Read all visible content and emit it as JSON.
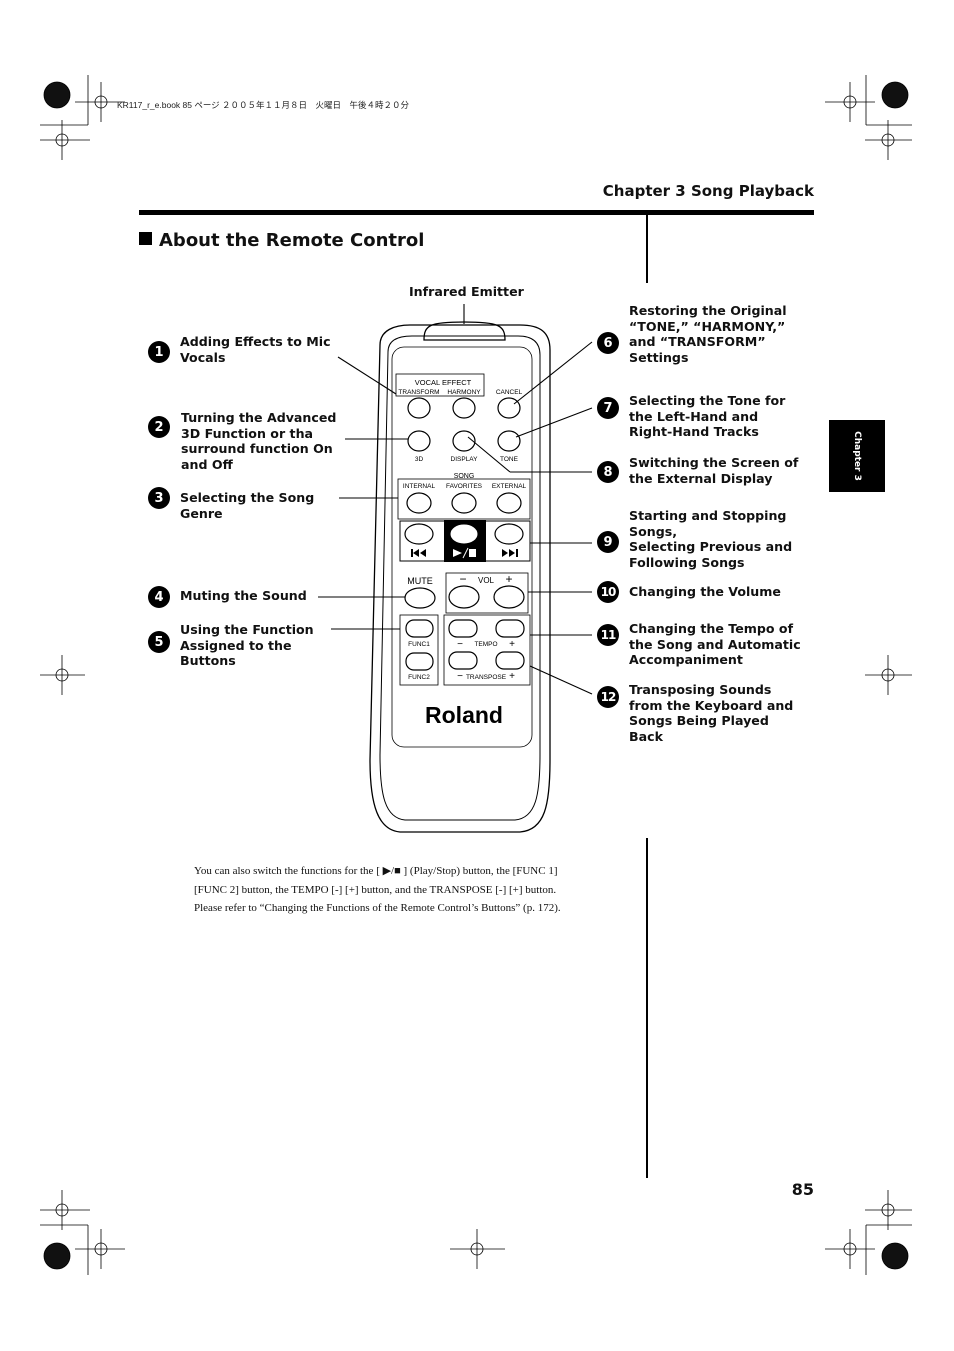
{
  "print_header": "KR117_r_e.book  85 ページ  ２００５年１１月８日　火曜日　午後４時２０分",
  "chapter_heading": "Chapter 3 Song Playback",
  "section_title": "About the Remote Control",
  "side_tab": "Chapter 3",
  "emitter_label": "Infrared Emitter",
  "callouts": [
    {
      "num": "1",
      "lines": [
        "Adding Effects to Mic",
        "Vocals"
      ]
    },
    {
      "num": "2",
      "lines": [
        "Turning the Advanced",
        "3D Function or tha",
        "surround function On",
        "and Off"
      ]
    },
    {
      "num": "3",
      "lines": [
        "Selecting the Song",
        "Genre"
      ]
    },
    {
      "num": "4",
      "lines": [
        "Muting the Sound"
      ]
    },
    {
      "num": "5",
      "lines": [
        "Using the Function",
        "Assigned to the",
        "Buttons"
      ]
    },
    {
      "num": "6",
      "lines": [
        "Restoring the Original",
        "“TONE,” “HARMONY,”",
        "and “TRANSFORM”",
        "Settings"
      ]
    },
    {
      "num": "7",
      "lines": [
        "Selecting the Tone for",
        "the Left-Hand and",
        "Right-Hand Tracks"
      ]
    },
    {
      "num": "8",
      "lines": [
        "Switching the Screen of",
        "the External Display"
      ]
    },
    {
      "num": "9",
      "lines": [
        "Starting and Stopping",
        "Songs,",
        "Selecting Previous and",
        "Following Songs"
      ]
    },
    {
      "num": "10",
      "lines": [
        "Changing the Volume"
      ]
    },
    {
      "num": "11",
      "lines": [
        "Changing the Tempo of",
        "the Song and Automatic",
        "Accompaniment"
      ]
    },
    {
      "num": "12",
      "lines": [
        "Transposing Sounds",
        "from the Keyboard and",
        "Songs Being Played",
        "Back"
      ]
    }
  ],
  "remote": {
    "vocal_effect": "VOCAL EFFECT",
    "transform": "TRANSFORM",
    "harmony": "HARMONY",
    "cancel": "CANCEL",
    "btn_3d": "3D",
    "display": "DISPLAY",
    "tone": "TONE",
    "song": "SONG",
    "internal": "INTERNAL",
    "favorites": "FAVORITES",
    "external": "EXTERNAL",
    "mute": "MUTE",
    "vol": "VOL",
    "minus": "−",
    "plus": "+",
    "func1": "FUNC1",
    "func2": "FUNC2",
    "tempo": "TEMPO",
    "transpose": "TRANSPOSE",
    "brand": "Roland"
  },
  "body_lines": [
    "You can also switch the functions for the [ ▶/■ ] (Play/Stop) button, the [FUNC 1]",
    "[FUNC 2] button, the TEMPO [-] [+] button, and the TRANSPOSE [-] [+] button.",
    "Please refer to “Changing the Functions of the Remote Control’s Buttons” (p. 172)."
  ],
  "page_number": "85"
}
